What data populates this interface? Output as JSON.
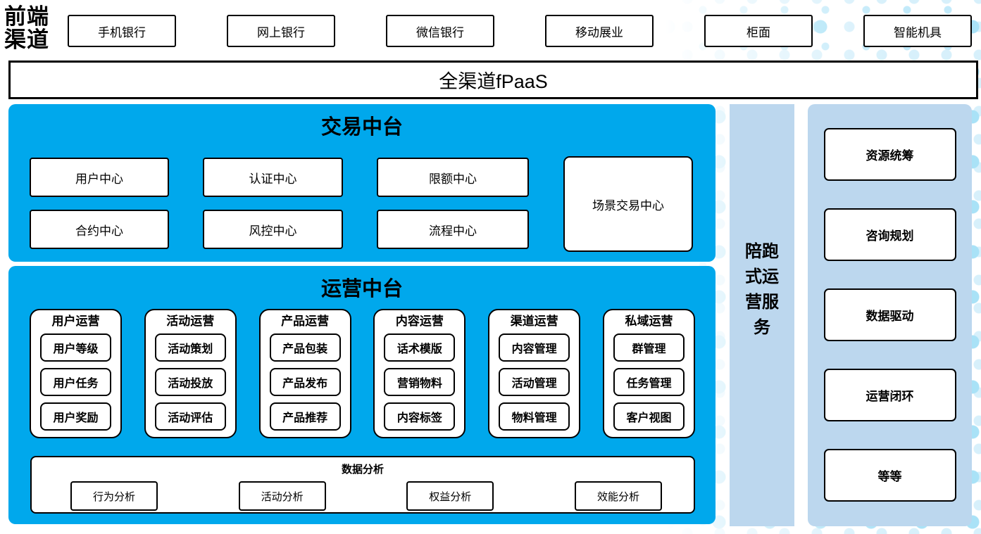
{
  "colors": {
    "primary_blue": "#00A8EC",
    "light_blue": "#BCD7EE",
    "dot_light": "#D7F0FB",
    "dot_bright": "#A9E2F7",
    "border_black": "#000000"
  },
  "frontend": {
    "label": "前端渠道",
    "channels": [
      "手机银行",
      "网上银行",
      "微信银行",
      "移动展业",
      "柜面",
      "智能机具"
    ]
  },
  "fpaas": {
    "label": "全渠道fPaaS"
  },
  "transaction": {
    "title": "交易中台",
    "centers": [
      "用户中心",
      "认证中心",
      "限额中心",
      "合约中心",
      "风控中心",
      "流程中心"
    ],
    "scenario_center": "场景交易中心"
  },
  "operation": {
    "title": "运营中台",
    "columns": [
      {
        "title": "用户运营",
        "items": [
          "用户等级",
          "用户任务",
          "用户奖励"
        ]
      },
      {
        "title": "活动运营",
        "items": [
          "活动策划",
          "活动投放",
          "活动评估"
        ]
      },
      {
        "title": "产品运营",
        "items": [
          "产品包装",
          "产品发布",
          "产品推荐"
        ]
      },
      {
        "title": "内容运营",
        "items": [
          "话术模版",
          "营销物料",
          "内容标签"
        ]
      },
      {
        "title": "渠道运营",
        "items": [
          "内容管理",
          "活动管理",
          "物料管理"
        ]
      },
      {
        "title": "私域运营",
        "items": [
          "群管理",
          "任务管理",
          "客户视图"
        ]
      }
    ],
    "analysis": {
      "title": "数据分析",
      "items": [
        "行为分析",
        "活动分析",
        "权益分析",
        "效能分析"
      ]
    }
  },
  "sidebar": {
    "label": "陪跑式运营服务"
  },
  "services": {
    "items": [
      "资源统筹",
      "咨询规划",
      "数据驱动",
      "运营闭环",
      "等等"
    ]
  }
}
